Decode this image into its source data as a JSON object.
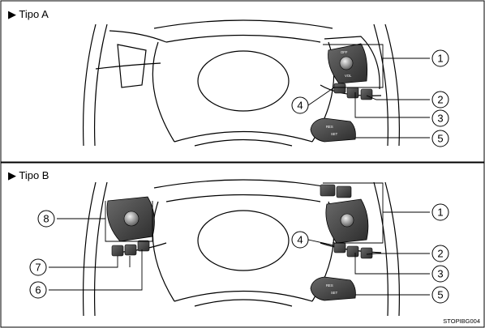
{
  "sections": [
    {
      "title": "▶ Tipo A"
    },
    {
      "title": "▶ Tipo B"
    }
  ],
  "callouts_a": [
    "1",
    "2",
    "3",
    "4",
    "5"
  ],
  "callouts_b": [
    "1",
    "2",
    "3",
    "4",
    "5",
    "6",
    "7",
    "8"
  ],
  "footer_code": "STOPIBG004"
}
